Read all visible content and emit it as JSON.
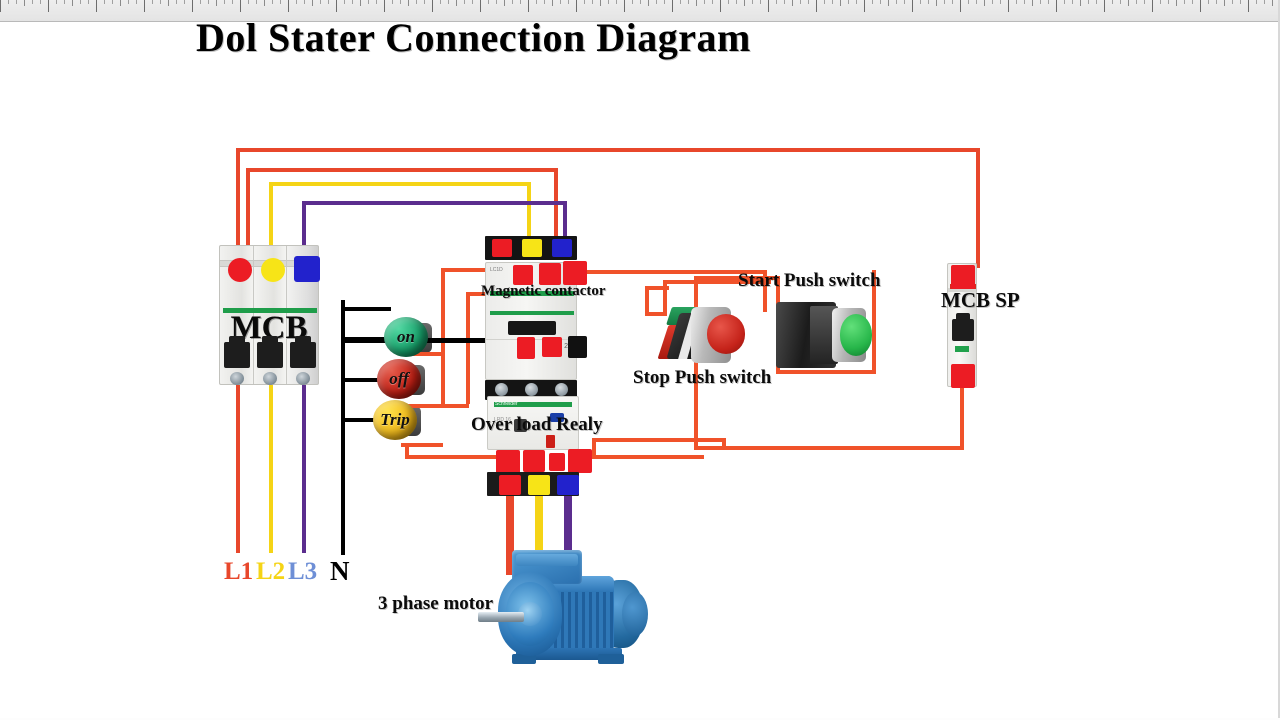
{
  "document": {
    "title": "Dol Stater Connection Diagram",
    "domain": "electrical-wiring-diagram",
    "background_color": "#ffffff"
  },
  "ruler": {
    "visible": true,
    "major_tick_spacing_px": 48
  },
  "colors": {
    "wire_line_red": "#f0522a",
    "wire_l1_red": "#e8472b",
    "wire_l2_yellow": "#f5d416",
    "wire_l3_purple": "#5b2d8e",
    "wire_neutral_black": "#000000",
    "terminal_red": "#ec1c24",
    "terminal_yellow": "#f7e417",
    "terminal_blue": "#2222cc",
    "green_band": "#1f9d4a",
    "motor_blue": "#2a74b4"
  },
  "components": {
    "mcb": {
      "label": "MCB",
      "type": "3-pole miniature circuit breaker",
      "poles": 3,
      "top_terminals": [
        "red",
        "yellow",
        "blue"
      ],
      "bottom_terminals": [
        "red",
        "yellow",
        "blue"
      ]
    },
    "mcb_sp": {
      "label": "MCB SP",
      "type": "single-pole miniature circuit breaker",
      "poles": 1,
      "top_terminal": "red",
      "bottom_terminal": "red"
    },
    "contactor": {
      "label": "Magnetic contactor",
      "top_terminals": [
        "red",
        "yellow",
        "blue"
      ],
      "aux_terminals_top": [
        "red",
        "red",
        "red"
      ],
      "aux_terminals_bottom": [
        "red",
        "red",
        "black"
      ]
    },
    "overload_relay": {
      "label": "Over load Realy",
      "output_terminals": [
        "red",
        "red",
        "red",
        "red"
      ],
      "motor_terminals": [
        "red",
        "yellow",
        "blue"
      ]
    },
    "lamps": [
      {
        "name": "on",
        "text": "on",
        "color": "#17a06a",
        "state": "green indicator"
      },
      {
        "name": "off",
        "text": "off",
        "color": "#c01f14",
        "state": "red indicator"
      },
      {
        "name": "trip",
        "text": "Trip",
        "color": "#f0b81a",
        "state": "yellow indicator"
      }
    ],
    "start_switch": {
      "label": "Start Push switch",
      "button_color": "green"
    },
    "stop_switch": {
      "label": "Stop Push switch",
      "button_color": "red"
    },
    "motor": {
      "label": "3 phase motor",
      "phases": 3,
      "color": "blue"
    }
  },
  "phase_labels": [
    {
      "text": "L1",
      "color": "#e8472b"
    },
    {
      "text": "L2",
      "color": "#f5d416"
    },
    {
      "text": "L3",
      "color": "#6e8fd6"
    },
    {
      "text": "N",
      "color": "#000000"
    }
  ]
}
